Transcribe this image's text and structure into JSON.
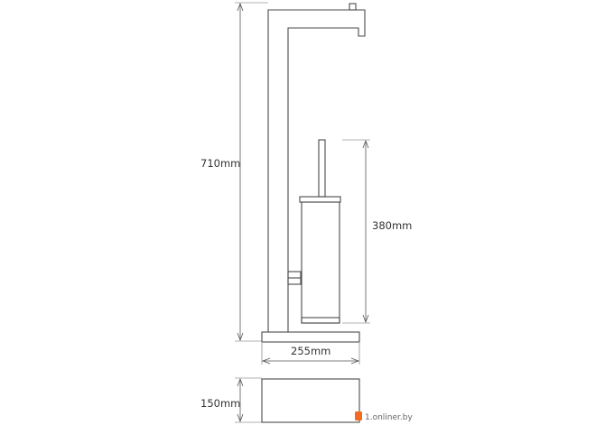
{
  "dimensions": {
    "height_total": "710mm",
    "brush_height": "380mm",
    "base_width": "255mm",
    "base_depth": "150mm"
  },
  "watermark": {
    "text": "1.onliner.by",
    "color": "#f26b21"
  },
  "colors": {
    "line": "#4a4a4a",
    "text": "#333333",
    "background": "#ffffff"
  }
}
